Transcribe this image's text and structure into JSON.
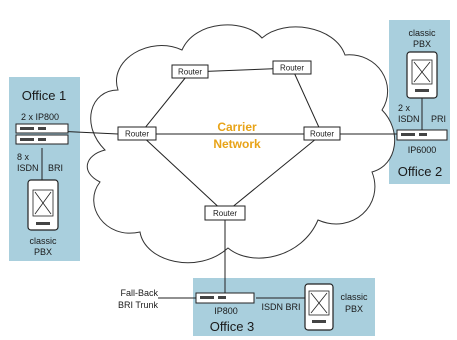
{
  "carrier": {
    "line1": "Carrier",
    "line2": "Network"
  },
  "router_label": "Router",
  "offices": {
    "office1": {
      "title": "Office 1",
      "device": "2 x IP800",
      "link_count": "8 x",
      "link_type": "ISDN",
      "link_kind": "BRI",
      "pbx": "classic",
      "pbx2": "PBX"
    },
    "office2": {
      "title": "Office 2",
      "device": "IP6000",
      "link_count": "2 x",
      "link_type": "ISDN",
      "link_kind": "PRI",
      "pbx": "classic",
      "pbx2": "PBX"
    },
    "office3": {
      "title": "Office 3",
      "device": "IP800",
      "link": "ISDN BRI",
      "pbx": "classic",
      "pbx2": "PBX",
      "fallback1": "Fall-Back",
      "fallback2": "BRI Trunk"
    }
  },
  "colors": {
    "office_fill": "#a9cfdd",
    "carrier_text": "#e8a317",
    "line": "#222222",
    "device_fill": "#ffffff"
  },
  "icons": {
    "router": "router-box",
    "gateway": "gateway-device",
    "pbx": "pbx-cabinet"
  }
}
